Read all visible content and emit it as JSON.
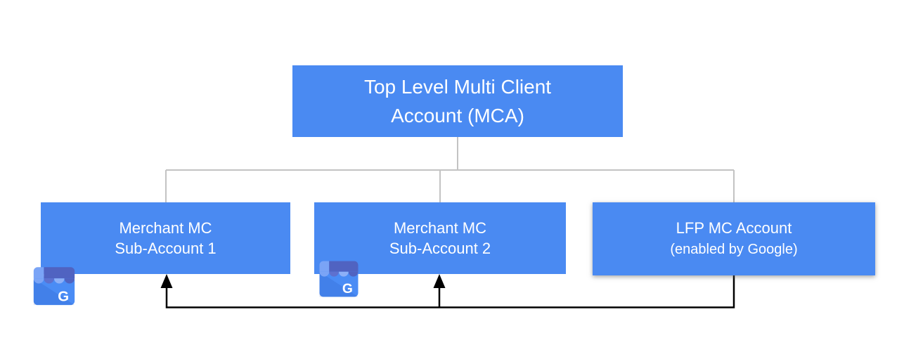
{
  "colors": {
    "node-blue": "#4a8af2",
    "node-text": "#ffffff",
    "connector-gray": "#c3c3c3",
    "arrow-black": "#000000",
    "gmb-body-blue": "#4a8cf5",
    "gmb-awning-dark": "#5063c1",
    "gmb-awning-light": "#7aa4f6"
  },
  "diagram": {
    "root": {
      "line1": "Top Level Multi Client",
      "line2": "Account (MCA)"
    },
    "children": [
      {
        "line1": "Merchant MC",
        "line2": "Sub-Account 1"
      },
      {
        "line1": "Merchant MC",
        "line2": "Sub-Account 2"
      },
      {
        "line1": "LFP MC Account",
        "line2": "(enabled by Google)"
      }
    ],
    "gmb_icon_letter": "G"
  }
}
